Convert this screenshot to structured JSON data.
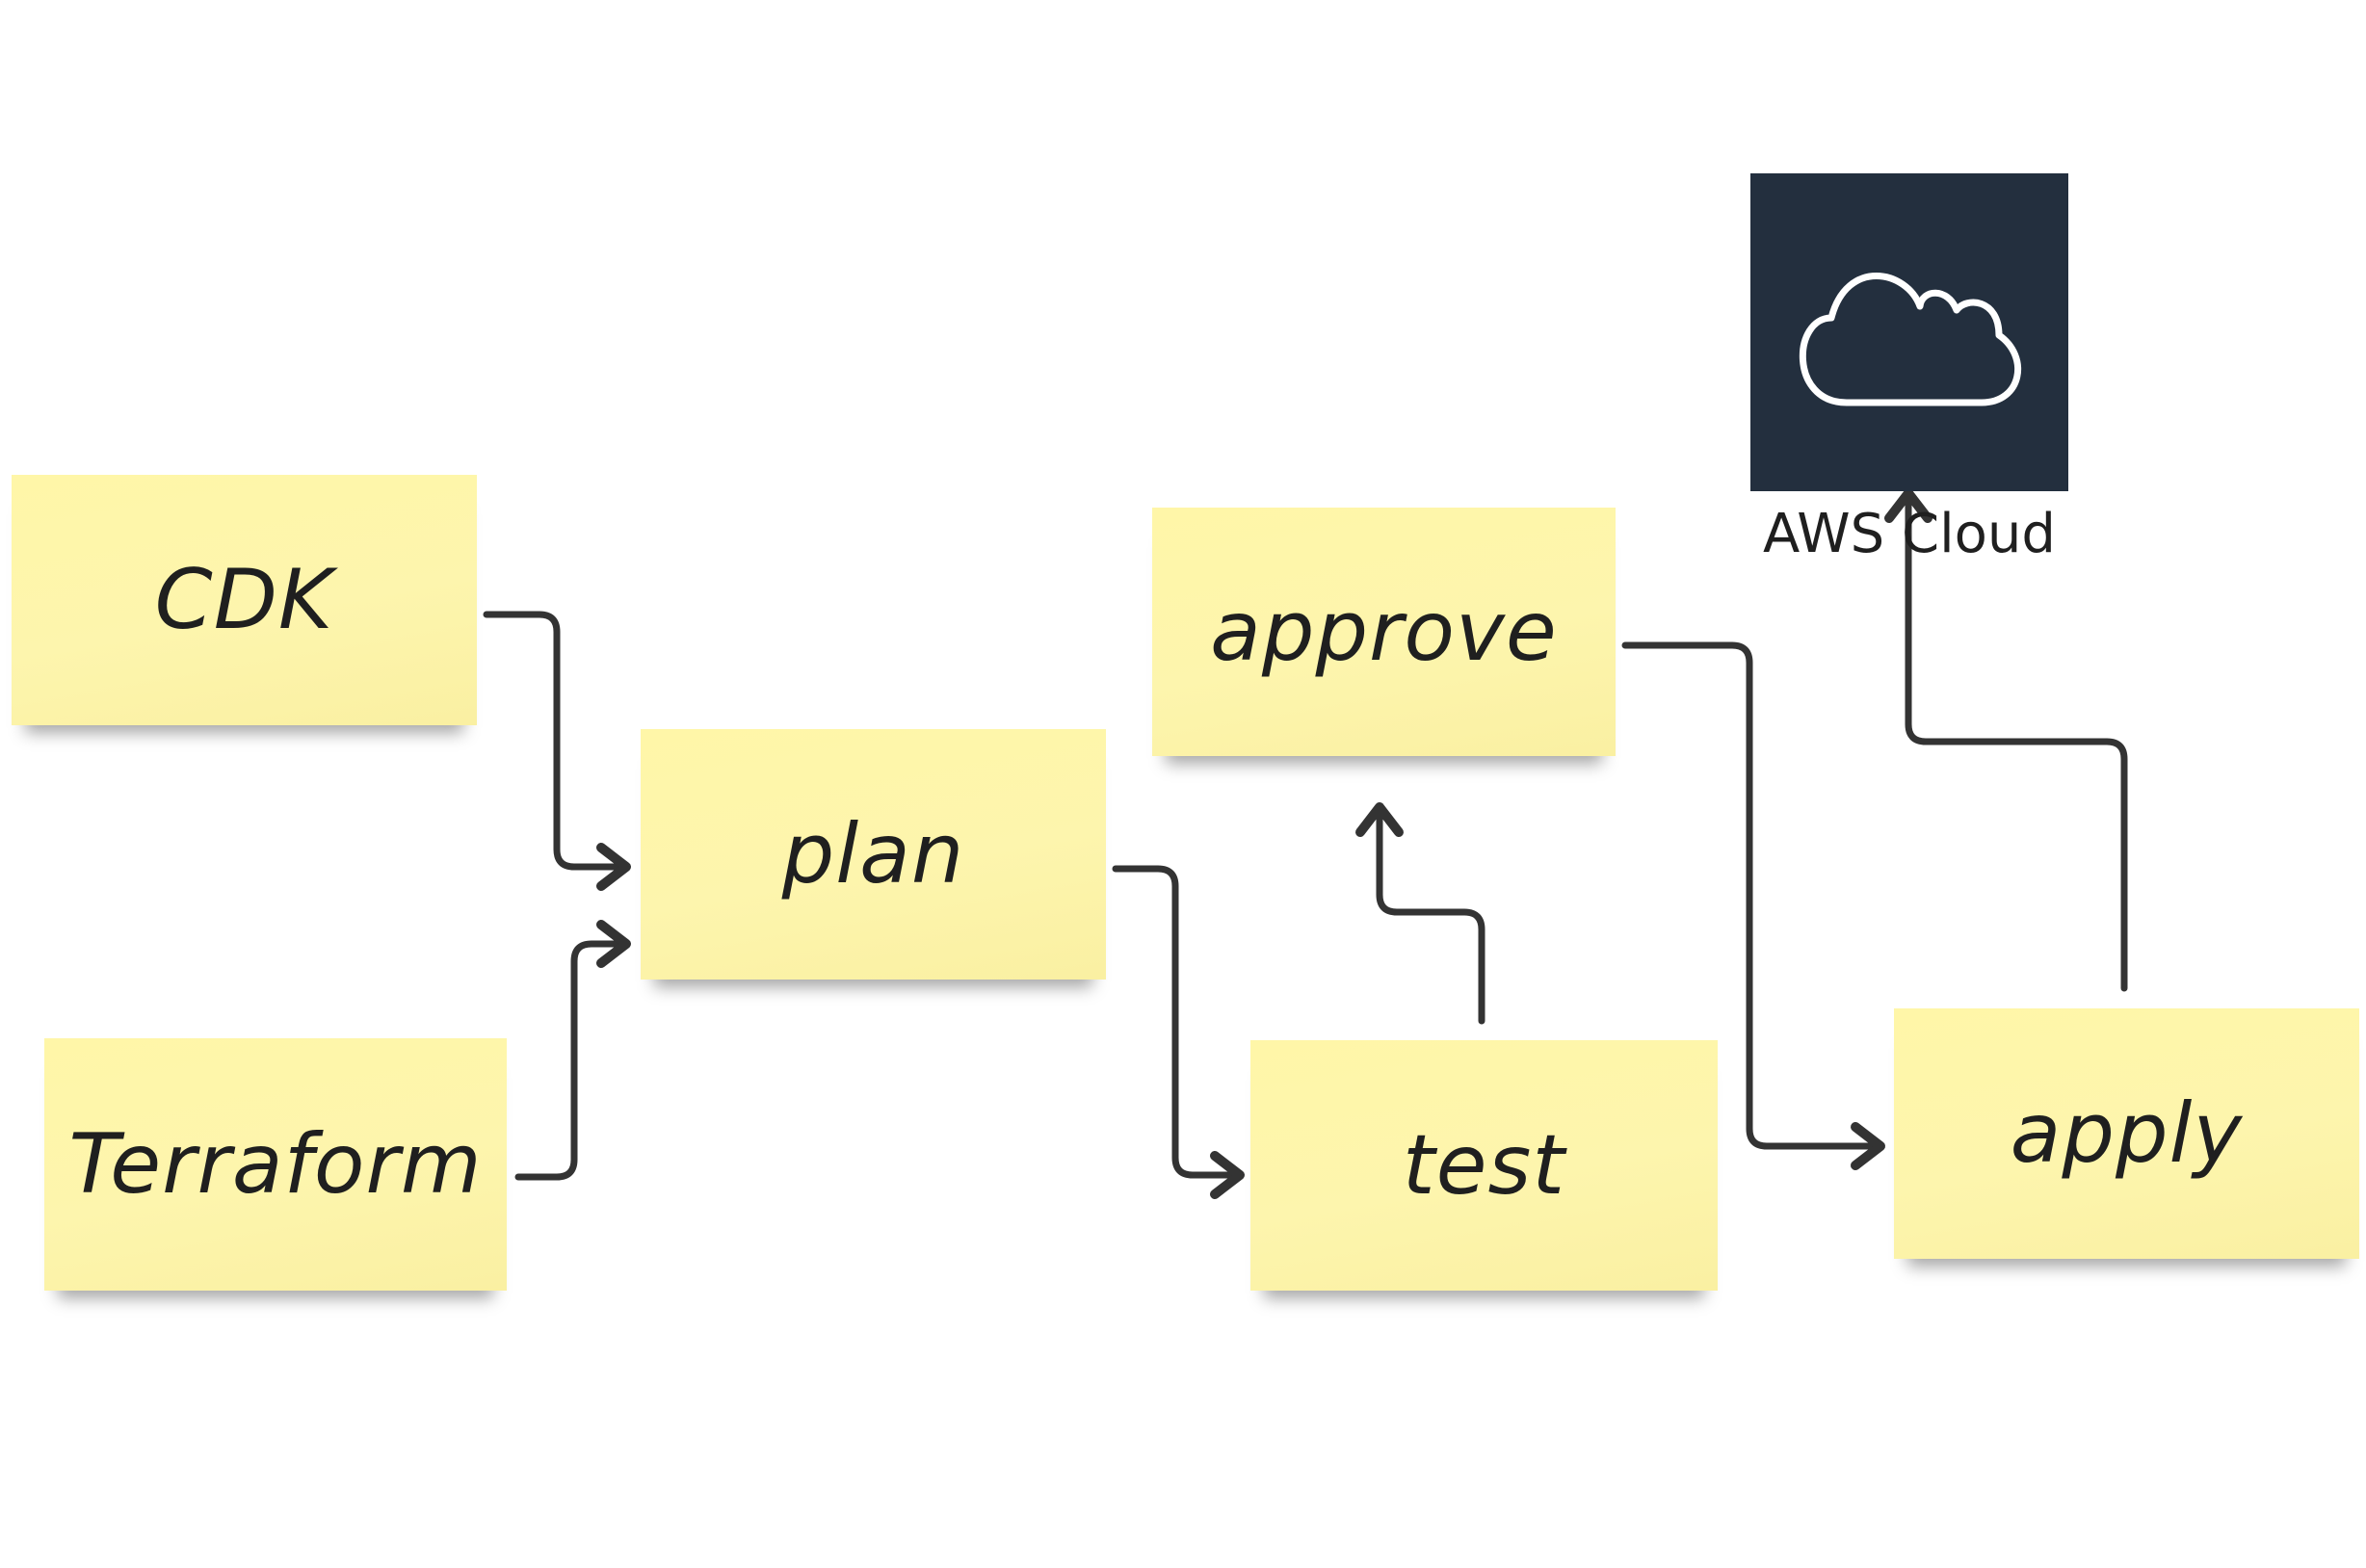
{
  "notes": {
    "cdk": "CDK",
    "terraform": "Terraform",
    "plan": "plan",
    "approve": "approve",
    "test": "test",
    "apply": "apply"
  },
  "aws": {
    "label": "AWS Cloud",
    "icon": "cloud-icon",
    "background": "#232f3e"
  },
  "colors": {
    "note": "#fdf5ad",
    "connector": "#333333"
  }
}
